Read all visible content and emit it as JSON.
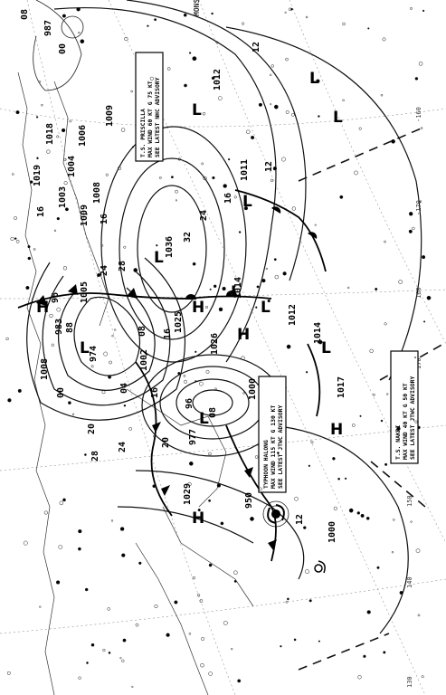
{
  "map": {
    "top_label": "MONS",
    "pressure_labels": [
      "987",
      "1018",
      "1009",
      "1006",
      "1004",
      "1019",
      "1008",
      "1003",
      "1009",
      "1012",
      "1011",
      "1036",
      "1014",
      "1012",
      "1014",
      "1005",
      "983",
      "974",
      "1008",
      "1002",
      "1025",
      "1026",
      "1000",
      "1017",
      "977",
      "950",
      "1029",
      "1000"
    ],
    "isobar_labels": [
      "08",
      "00",
      "16",
      "16",
      "24",
      "28",
      "32",
      "24",
      "16",
      "12",
      "12",
      "08",
      "16",
      "96",
      "88",
      "00",
      "04",
      "20",
      "24",
      "28",
      "20",
      "16",
      "96",
      "12",
      "08",
      "12"
    ],
    "highs": [
      "H",
      "H",
      "H",
      "H",
      "H"
    ],
    "lows": [
      "L",
      "L",
      "L",
      "L",
      "L",
      "L",
      "L",
      "L",
      "L",
      "L"
    ],
    "longitudes": [
      "-160",
      "-170",
      "160",
      "170",
      "160",
      "150",
      "140",
      "130"
    ],
    "advisories": [
      {
        "lines": [
          "T.S. PRISCILLA",
          "MAX WIND 60 KT G 75 KT",
          "SEE LATEST NHC ADVISORY"
        ]
      },
      {
        "lines": [
          "TYPHOON HALONG",
          "MAX WIND 115 KT G 130 KT",
          "SEE LATEST JTWC ADVISORY"
        ]
      },
      {
        "lines": [
          "T.S. NAKRI",
          "MAX WIND 40 KT G 50 KT",
          "SEE LATEST JTWC ADVISORY"
        ]
      }
    ]
  }
}
